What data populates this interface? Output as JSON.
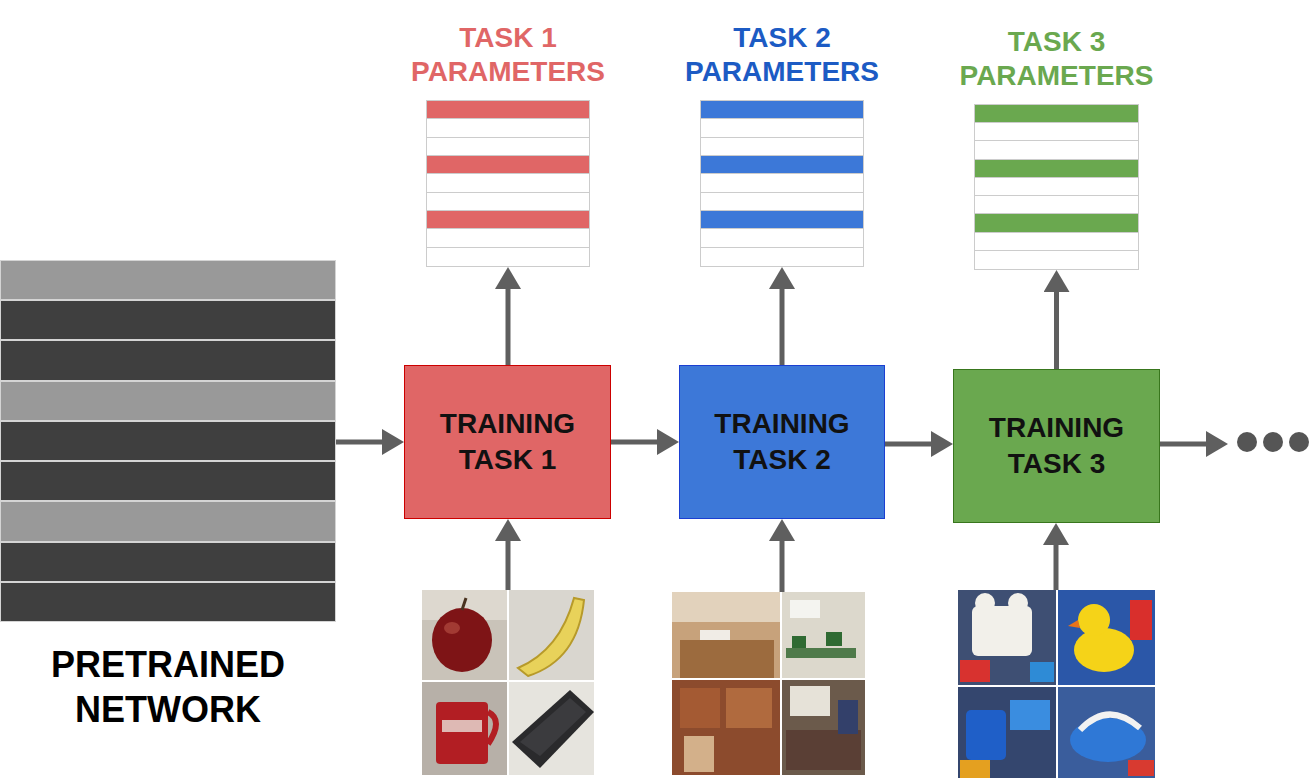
{
  "diagram": {
    "nodes": [
      {
        "text": [
          "TASK 1 PARAMETERS"
        ]
      },
      {
        "text": [
          "TASK 2 PARAMETERS"
        ]
      },
      {
        "text": [
          "TASK 3 PARAMETERS"
        ]
      },
      {
        "text": [
          "PRETRAINED NETWORK"
        ]
      },
      {
        "text": [
          "TRAINING TASK 1"
        ]
      },
      {
        "text": [
          "TRAINING TASK 2"
        ]
      },
      {
        "text": [
          "TRAINING TASK 3"
        ]
      }
    ],
    "edges": [
      {
        "from": 3,
        "to": 4,
        "arrow": "to"
      },
      {
        "from": 4,
        "to": 5,
        "arrow": "to"
      },
      {
        "from": 5,
        "to": 6,
        "arrow": "to"
      },
      {
        "from": 4,
        "to": 0,
        "arrow": "to"
      },
      {
        "from": 5,
        "to": 1,
        "arrow": "to"
      },
      {
        "from": 6,
        "to": 2,
        "arrow": "to"
      }
    ]
  }
}
